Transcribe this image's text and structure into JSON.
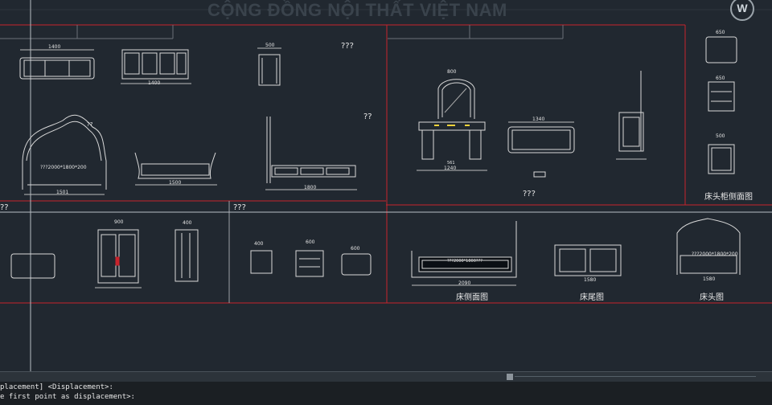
{
  "watermark": "CỘNG ĐỒNG NỘI THẤT VIỆT NAM",
  "watermark_corner": "W",
  "labels": {
    "q1": "???",
    "q2": "??",
    "q3": "??",
    "q4": "???",
    "q5": "???",
    "bed_head_label": "??",
    "bed_size_left": "???2000*1800*200",
    "bed_size_right": "???2000*1800*200",
    "bed_rail_size": "???2000*1800???",
    "cab_side_caption": "床头柜侧面图",
    "bed_side_caption": "床侧面图",
    "bed_tail_caption": "床尾图",
    "bed_head_caption": "床头图"
  },
  "dims": {
    "d1400a": "1400",
    "d1400b": "1400",
    "d500": "500",
    "d1501": "1501",
    "d1500a": "1500",
    "d1800": "1800",
    "d900": "900",
    "d400a": "400",
    "d400b": "400",
    "d600a": "600",
    "d600b": "600",
    "d800": "800",
    "d1340": "1340",
    "d1240": "1240",
    "d2090": "2090",
    "d1580a": "1580",
    "d1580b": "1580",
    "d650a": "650",
    "d650b": "650",
    "d500b": "500",
    "d561": "561"
  },
  "command": {
    "line1": "placement] <Displacement>:",
    "line2": "e first point as displacement>:"
  }
}
